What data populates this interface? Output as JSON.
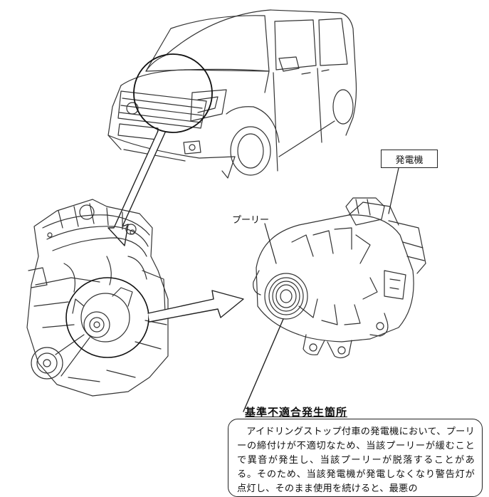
{
  "labels": {
    "generator": "発電機",
    "pulley": "プーリー"
  },
  "section": {
    "title": "基準不適合発生箇所"
  },
  "description": {
    "text": "アイドリングストップ付車の発電機において、プーリーの締付けが不適切なため、当該プーリーが緩むことで異音が発生し、当該プーリーが脱落することがある。そのため、当該発電機が発電しなくなり警告灯が点灯し、そのまま使用を続けると、最悪の"
  },
  "colors": {
    "line": "#222222",
    "background": "#ffffff"
  }
}
